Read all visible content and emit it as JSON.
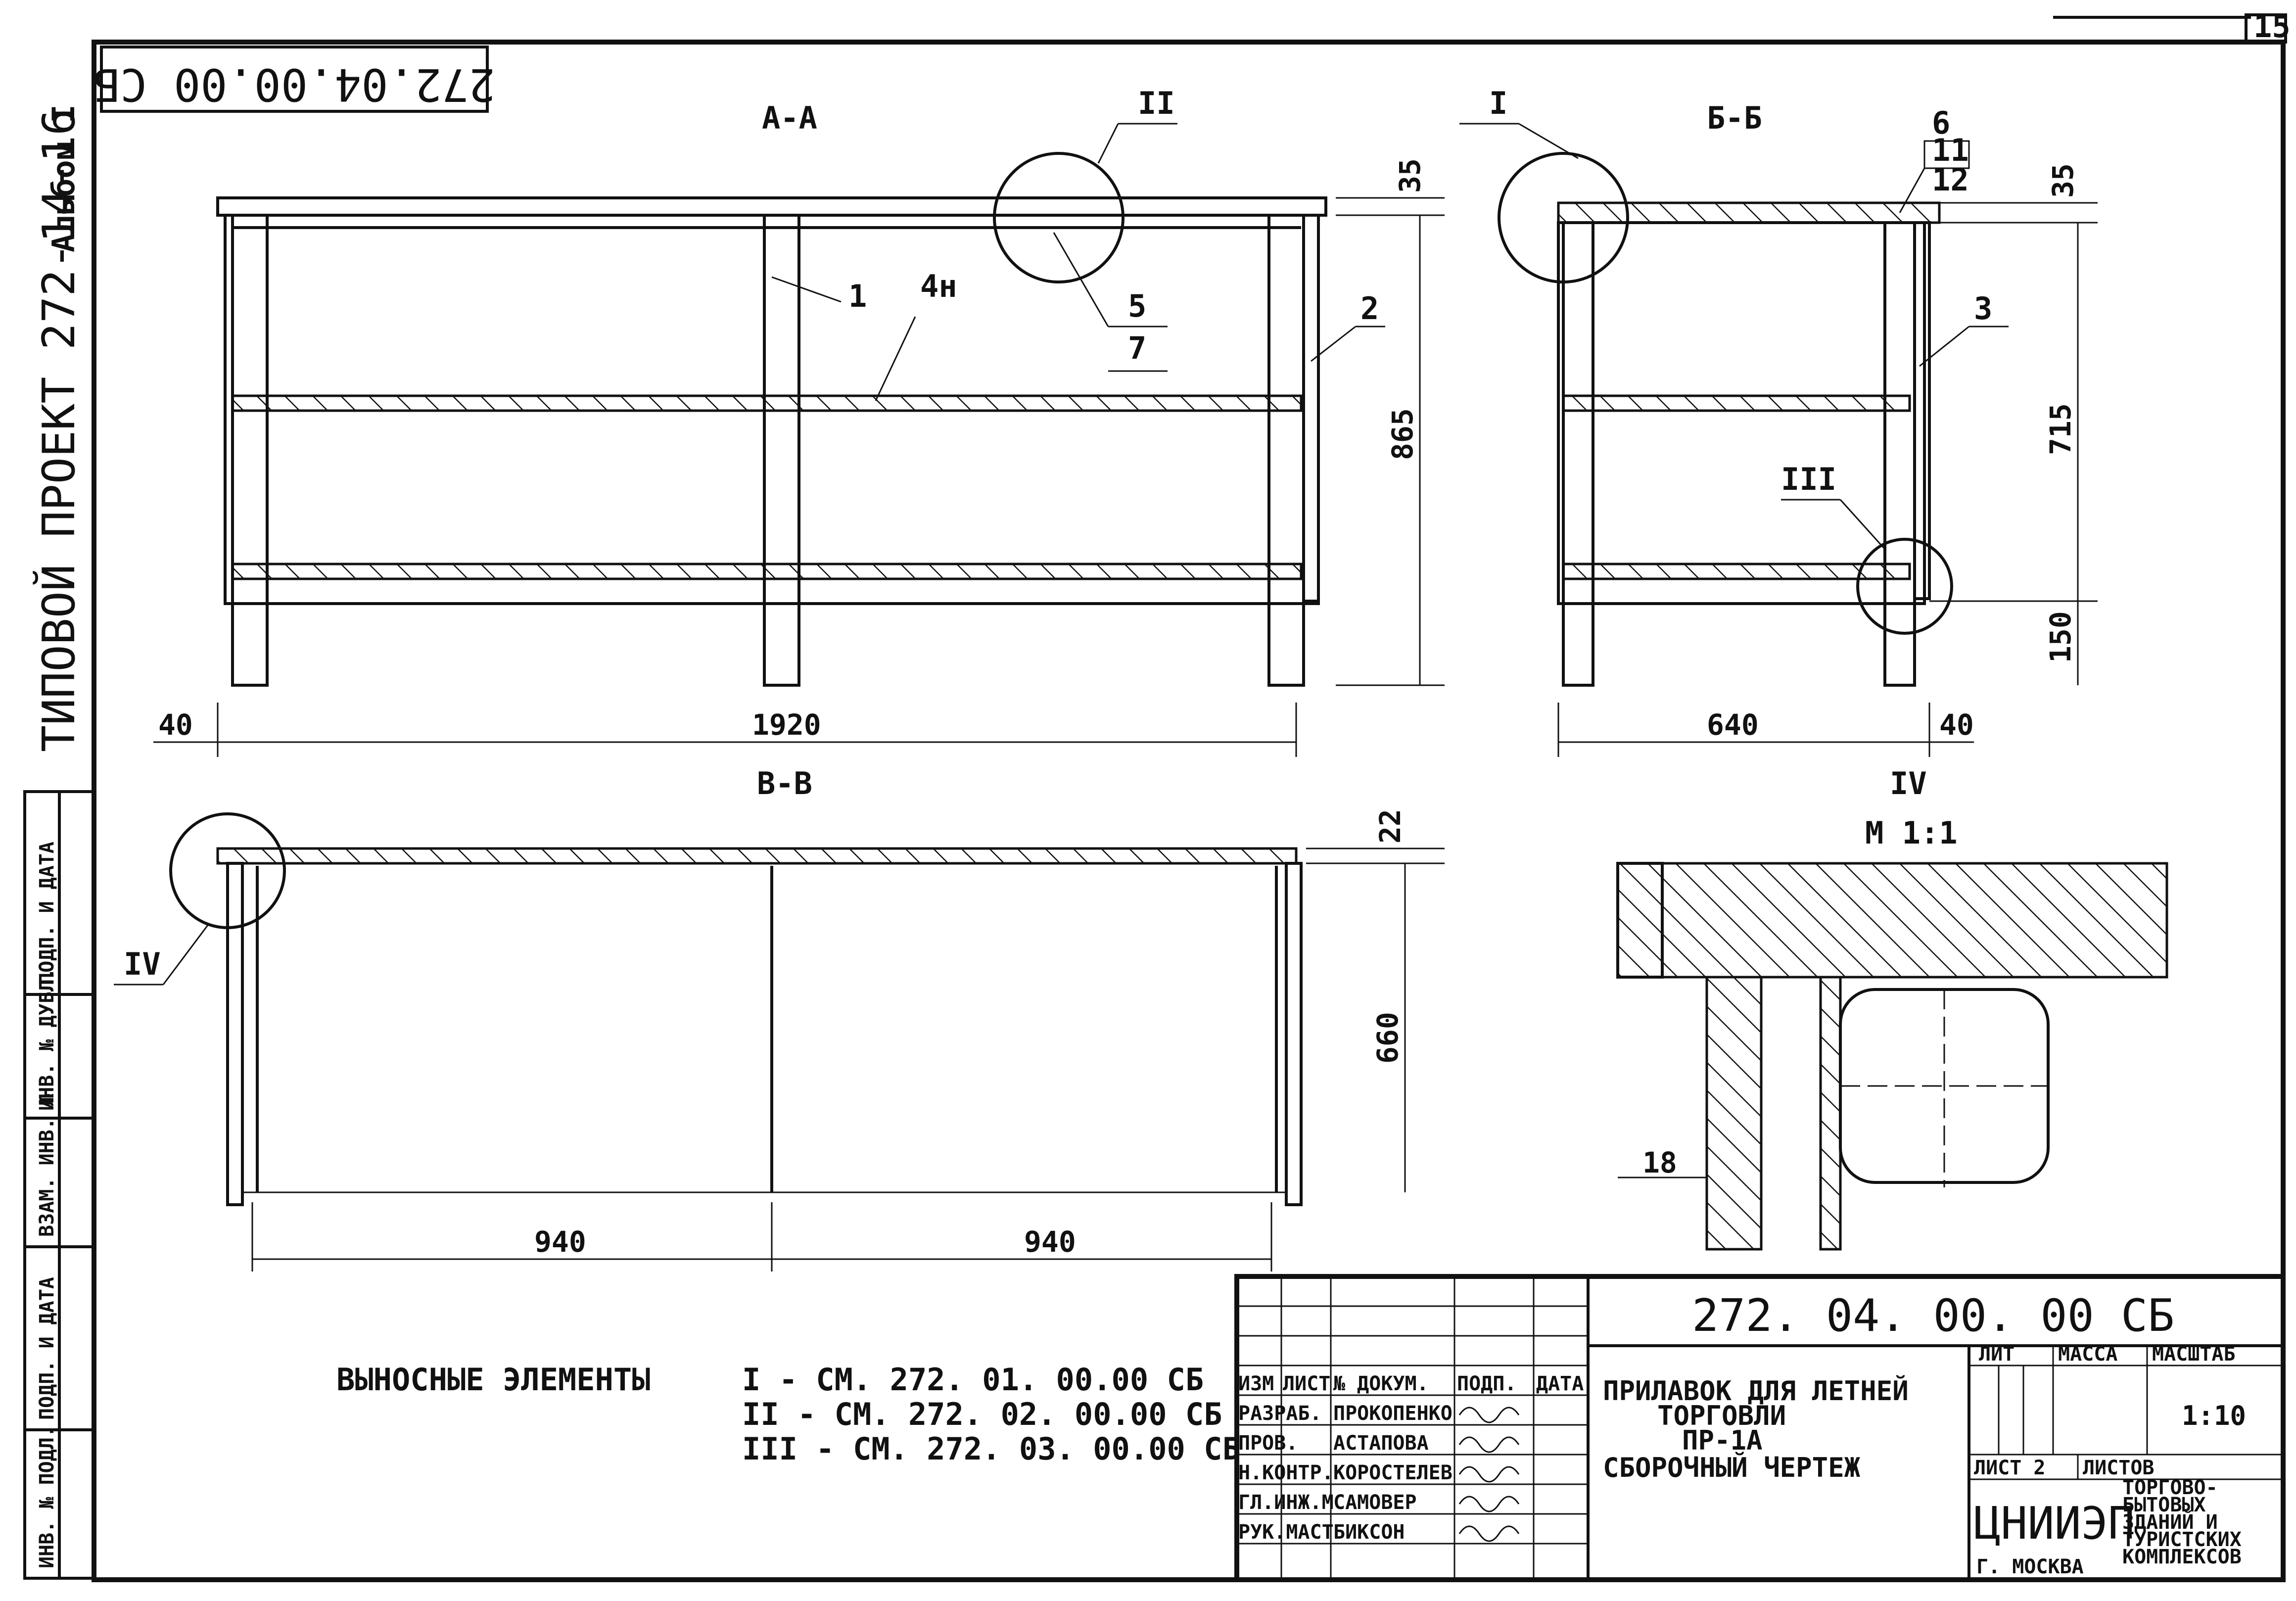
{
  "sheet": {
    "page_number": "15",
    "stamp_code": "272.04.00.00 СБ",
    "album_label": "Альбом I",
    "project_label": "ТИПОВОЙ ПРОЕКТ 272-14-16",
    "margin_fields": [
      "ИНВ. № ПОДЛ.",
      "ПОДП. И ДАТА",
      "ВЗАМ. ИНВ. №",
      "ИНВ. № ДУБЛ.",
      "ПОДП. И ДАТА"
    ]
  },
  "views": {
    "a": {
      "title": "А-А",
      "callouts": [
        "II",
        "1",
        "4н",
        "5",
        "7",
        "2"
      ],
      "dims": {
        "top": "35",
        "height": "865",
        "left": "40",
        "width": "1920"
      }
    },
    "b": {
      "title": "Б-Б",
      "callouts": [
        "I",
        "6",
        "11",
        "12",
        "3",
        "III"
      ],
      "dims": {
        "top": "35",
        "height": "715",
        "bottom": "150",
        "width": "640",
        "right": "40"
      }
    },
    "v": {
      "title": "В-В",
      "callouts": [
        "IV"
      ],
      "dims": {
        "top": "22",
        "height": "660",
        "span_left": "940",
        "span_right": "940"
      }
    },
    "detail": {
      "title": "IV",
      "scale": "М 1:1",
      "dims": {
        "left": "18"
      }
    }
  },
  "notes": {
    "heading": "ВЫНОСНЫЕ ЭЛЕМЕНТЫ",
    "lines": [
      "I - СМ. 272. 01. 00.00 СБ",
      "II - СМ. 272. 02. 00.00 СБ",
      "III - СМ. 272. 03. 00.00 СБ"
    ]
  },
  "title_block": {
    "doc_code": "272. 04. 00. 00 СБ",
    "header_cells": [
      "ИЗМ",
      "ЛИСТ",
      "№ ДОКУМ.",
      "ПОДП.",
      "ДАТА"
    ],
    "roles": [
      "РАЗРАБ.",
      "ПРОВ.",
      "Н.КОНТР.",
      "ГЛ.ИНЖ.М",
      "РУК.МАСТ"
    ],
    "names": [
      "ПРОКОПЕНКО",
      "АСТАПОВА",
      "КОРОСТЕЛЕВ",
      "САМОВЕР",
      "БИКСОН"
    ],
    "title_lines": [
      "ПРИЛАВОК ДЛЯ ЛЕТНЕЙ",
      "ТОРГОВЛИ",
      "ПР-1А",
      "СБОРОЧНЫЙ ЧЕРТЕЖ"
    ],
    "lit_label": "ЛИТ",
    "mass_label": "МАССА",
    "scale_label": "МАСШТАБ",
    "scale_value": "1:10",
    "sheet_label": "ЛИСТ 2",
    "sheets_label": "ЛИСТОВ",
    "org_name": "ЦНИИЭП",
    "org_city": "Г. МОСКВА",
    "org_desc": [
      "ТОРГОВО-",
      "БЫТОВЫХ",
      "ЗДАНИЙ И",
      "ТУРИСТСКИХ",
      "КОМПЛЕКСОВ"
    ]
  }
}
